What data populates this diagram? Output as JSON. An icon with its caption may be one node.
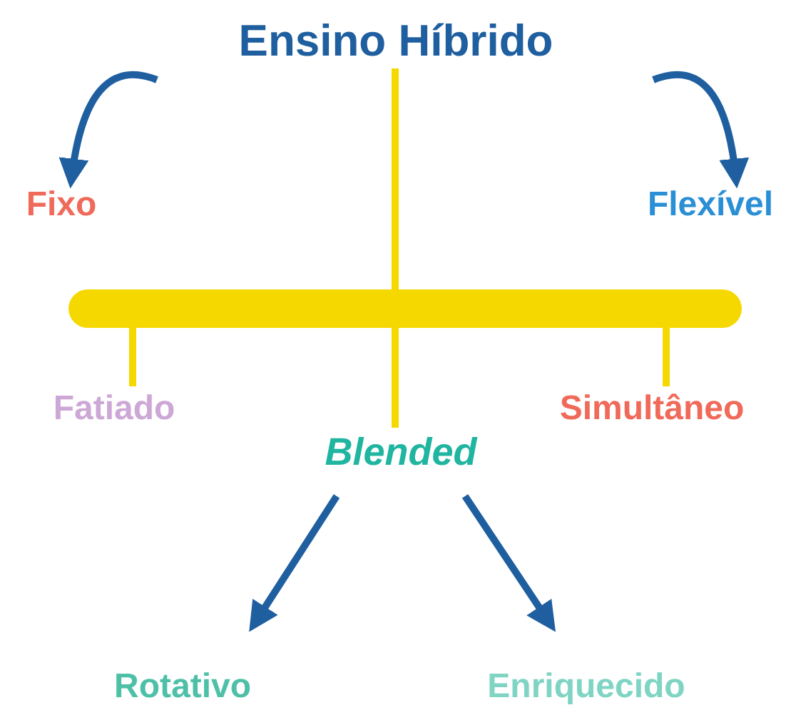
{
  "diagram": {
    "nodes": [
      {
        "text": [
          "Ensino Híbrido"
        ]
      },
      {
        "text": [
          "Fixo"
        ]
      },
      {
        "text": [
          "Flexível"
        ]
      },
      {
        "text": [],
        "shape": "bar"
      },
      {
        "text": [
          "Fatiado"
        ]
      },
      {
        "text": [
          "Simultâneo"
        ]
      },
      {
        "text": [
          "Blended"
        ]
      },
      {
        "text": [
          "Rotativo"
        ]
      },
      {
        "text": [
          "Enriquecido"
        ]
      }
    ],
    "edges": [
      {
        "from": null,
        "to": 1,
        "arrow": "to",
        "color": "#1f5fa0"
      },
      {
        "from": null,
        "to": 2,
        "arrow": "to",
        "color": "#1f5fa0"
      },
      {
        "from": 0,
        "to": 3,
        "arrow": "none",
        "color": "#f5d800"
      },
      {
        "from": 3,
        "to": 6,
        "arrow": "none",
        "color": "#f5d800"
      },
      {
        "from": 3,
        "to": 4,
        "arrow": "none",
        "color": "#f5d800"
      },
      {
        "from": 3,
        "to": 5,
        "arrow": "none",
        "color": "#f5d800"
      },
      {
        "from": 6,
        "to": 7,
        "arrow": "to",
        "color": "#1f5fa0"
      },
      {
        "from": 6,
        "to": 8,
        "arrow": "to",
        "color": "#1f5fa0"
      }
    ]
  }
}
